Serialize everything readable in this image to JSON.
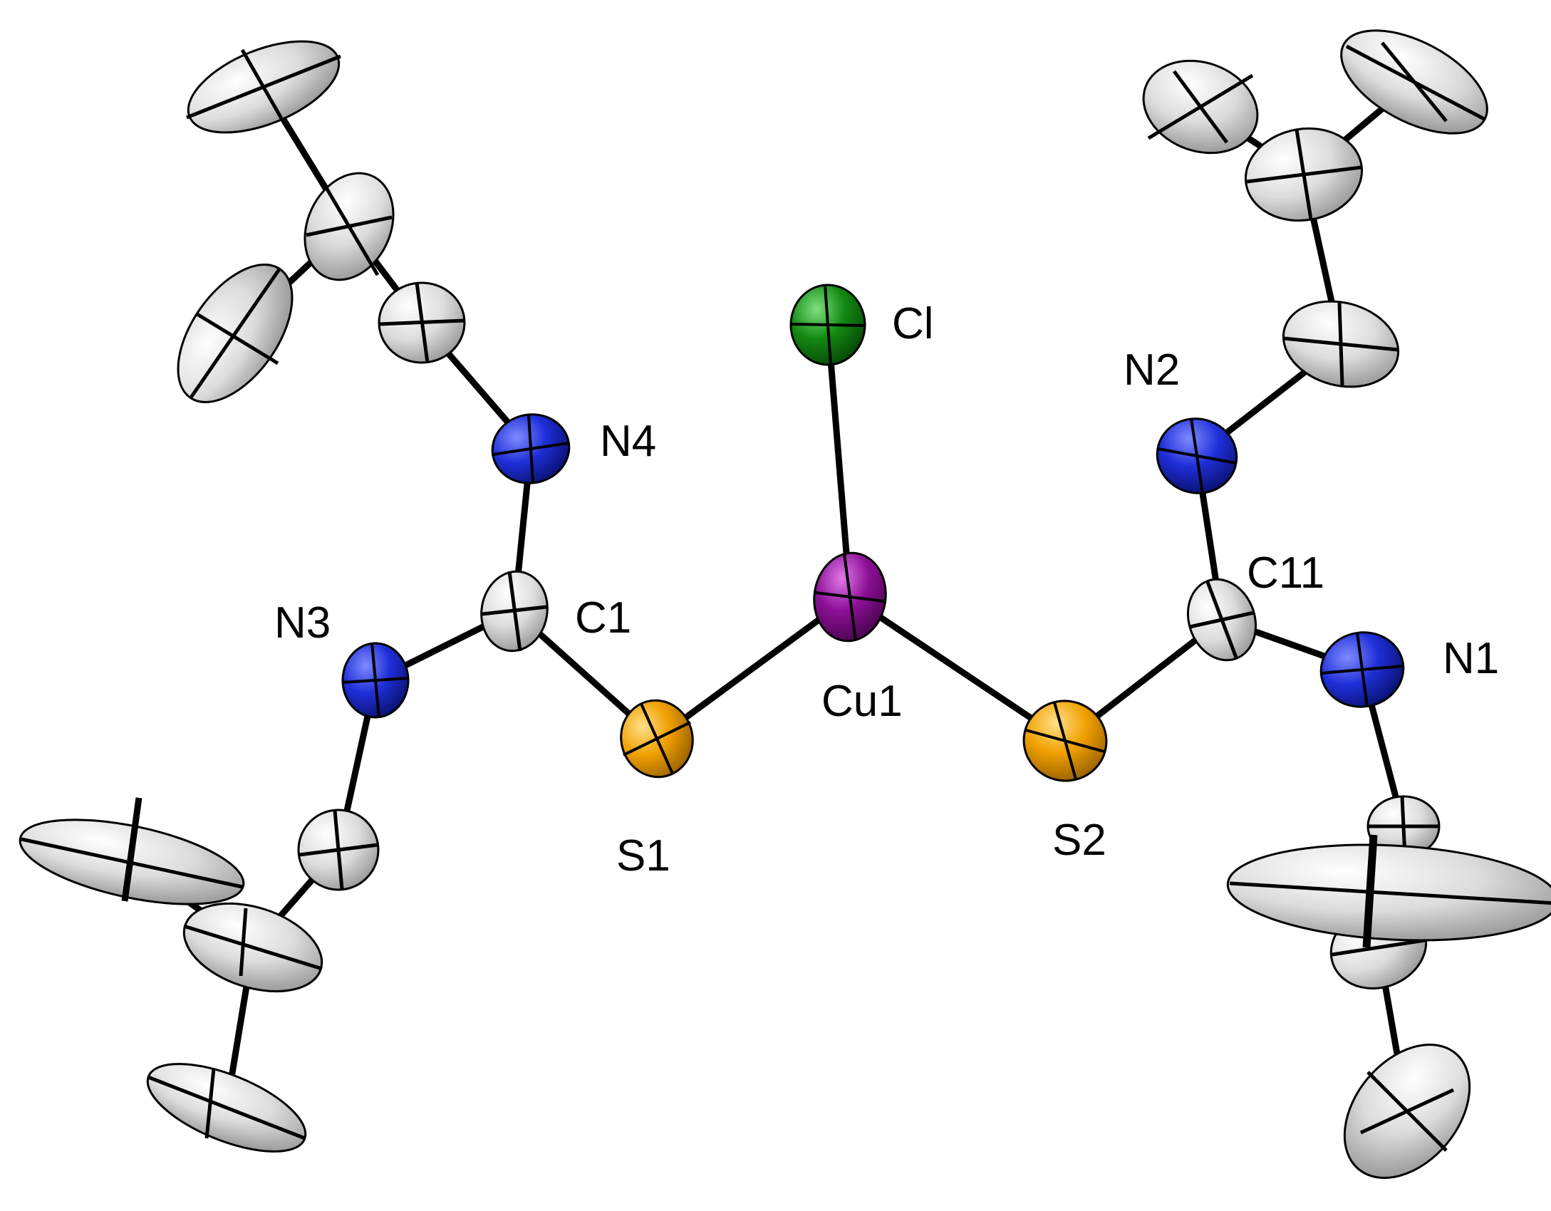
{
  "figure": {
    "kind": "ORTEP molecular structure",
    "colors": {
      "bond": "#000000",
      "carbon": "#d8d8d8",
      "nitrogen": "#1f2fd8",
      "sulfur": "#f0a000",
      "copper": "#8c0f96",
      "chlorine": "#138a13",
      "background": "#ffffff"
    },
    "labels": {
      "cl": "Cl",
      "cu1": "Cu1",
      "s1": "S1",
      "s2": "S2",
      "c1": "C1",
      "c11": "C11",
      "n1": "N1",
      "n2": "N2",
      "n3": "N3",
      "n4": "N4"
    }
  }
}
